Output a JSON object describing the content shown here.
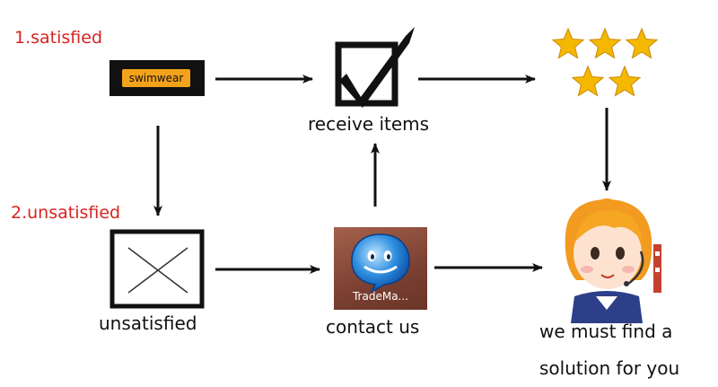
{
  "labels": {
    "satisfied": "1.satisfied",
    "unsatisfied_heading": "2.unsatisfied",
    "receive_items": "receive items",
    "unsatisfied": "unsatisfied",
    "contact_us": "contact us",
    "solution_line1": "we must find a",
    "solution_line2": "solution for you"
  },
  "badge": {
    "text": "swimwear"
  },
  "trademanager": {
    "text": "TradeMa..."
  },
  "rating": {
    "stars": 5
  },
  "colors": {
    "heading": "#d8231f",
    "star": "#f5b800",
    "badge": "#f3a21b",
    "arrow": "#111111"
  },
  "icons": [
    "checkbox-check-icon",
    "star-icon",
    "x-box-icon",
    "trademanager-icon",
    "support-agent-icon"
  ]
}
